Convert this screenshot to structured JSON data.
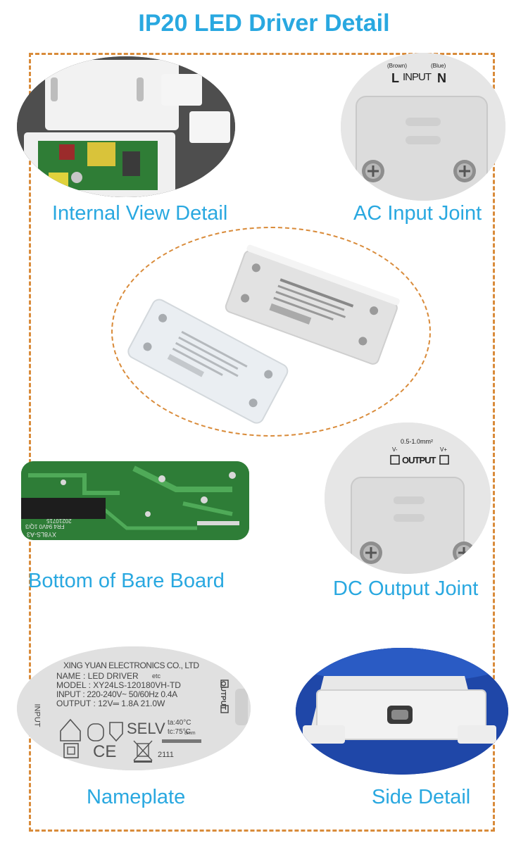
{
  "title": "IP20 LED Driver Detail",
  "captions": {
    "internal_view": "Internal View Detail",
    "ac_input": "AC Input Joint",
    "bare_board": "Bottom of Bare Board",
    "dc_output": "DC Output Joint",
    "nameplate": "Nameplate",
    "side_detail": "Side Detail"
  },
  "ac_input_photo": {
    "brown": "(Brown)",
    "blue": "(Blue)",
    "input": "INPUT",
    "l": "L",
    "n": "N"
  },
  "dc_output_photo": {
    "wire": "0.5-1.0mm²",
    "v_minus": "V-",
    "v_plus": "V+",
    "output": "OUTPUT"
  },
  "bare_board_photo": {
    "date": "20210715",
    "code": "FR4 94V0 1Q/3",
    "model": "XY8LS-A3"
  },
  "nameplate_photo": {
    "company": "XING YUAN ELECTRONICS CO., LTD",
    "name_line": "NAME : LED DRIVER",
    "model_line": "MODEL : XY24LS-120180VH-TD",
    "input_line": "INPUT : 220-240V~ 50/60Hz 0.4A",
    "output_line": "OUTPUT : 12V═ 1.8A 21.0W",
    "ta": "ta:40°C",
    "tc": "tc:75°C",
    "selv": "SELV",
    "ce": "CE",
    "batch": "2111",
    "strip": "8mm",
    "etc": "etc"
  },
  "colors": {
    "title": "#29a8e0",
    "frame_dash": "#d98b3a",
    "plastic": "#e6e6e6",
    "pcb": "#2d7a35"
  }
}
